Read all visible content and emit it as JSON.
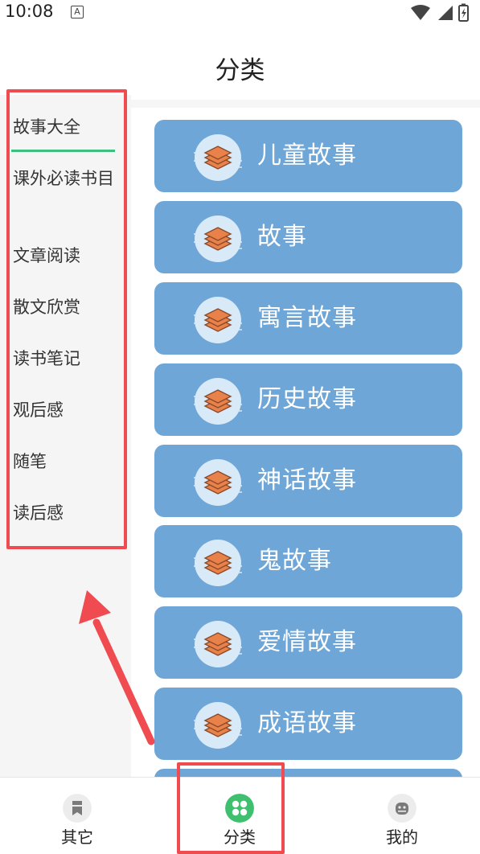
{
  "status_bar": {
    "time": "10:08",
    "a_badge": "A"
  },
  "header": {
    "title": "分类"
  },
  "sidebar": {
    "items": [
      {
        "label": "故事大全",
        "selected": true
      },
      {
        "label": "课外必读书目"
      },
      {
        "label": "文章阅读"
      },
      {
        "label": "散文欣赏"
      },
      {
        "label": "读书笔记"
      },
      {
        "label": "观后感"
      },
      {
        "label": "随笔"
      },
      {
        "label": "读后感"
      }
    ]
  },
  "categories": [
    {
      "label": "儿童故事",
      "icon": "layers-icon"
    },
    {
      "label": "故事",
      "icon": "layers-icon"
    },
    {
      "label": "寓言故事",
      "icon": "layers-icon"
    },
    {
      "label": "历史故事",
      "icon": "layers-icon"
    },
    {
      "label": "神话故事",
      "icon": "layers-icon"
    },
    {
      "label": "鬼故事",
      "icon": "layers-icon"
    },
    {
      "label": "爱情故事",
      "icon": "layers-icon"
    },
    {
      "label": "成语故事",
      "icon": "layers-icon"
    }
  ],
  "bottom_nav": {
    "items": [
      {
        "label": "其它",
        "icon": "bookmark-icon"
      },
      {
        "label": "分类",
        "icon": "grid-icon",
        "active": true
      },
      {
        "label": "我的",
        "icon": "robot-icon"
      }
    ]
  },
  "colors": {
    "card": "#6ea6d8",
    "accent": "#3fbf7d",
    "annotation": "#ef4b50",
    "icon_orange": "#e9824a"
  }
}
